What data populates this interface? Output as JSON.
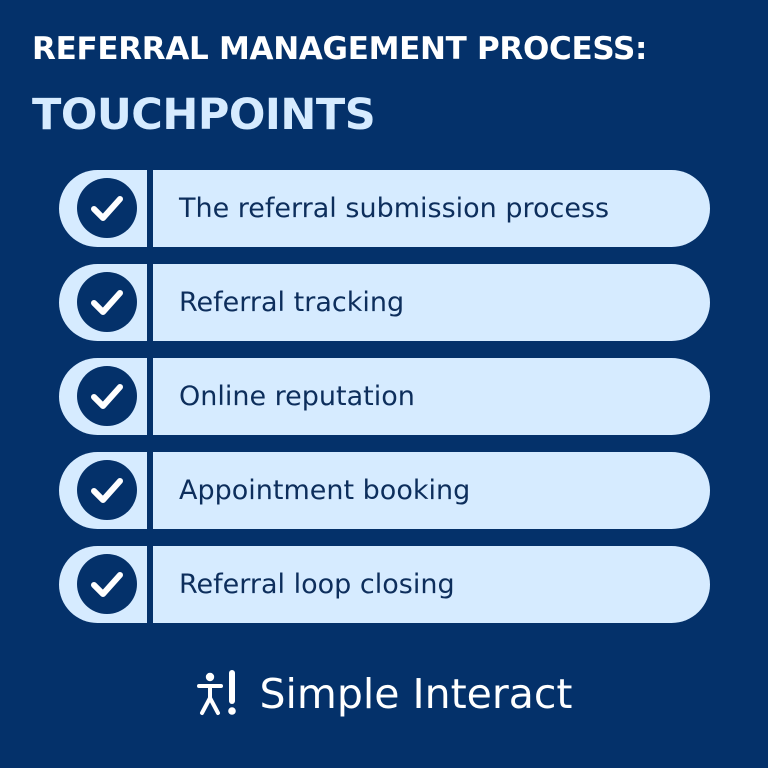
{
  "title": {
    "line1": "REFERRAL MANAGEMENT PROCESS:",
    "line2": "TOUCHPOINTS"
  },
  "items": [
    {
      "label": "The referral submission process",
      "icon": "checkmark-icon"
    },
    {
      "label": "Referral tracking",
      "icon": "checkmark-icon"
    },
    {
      "label": "Online reputation",
      "icon": "checkmark-icon"
    },
    {
      "label": "Appointment booking",
      "icon": "checkmark-icon"
    },
    {
      "label": "Referral loop closing",
      "icon": "checkmark-icon"
    }
  ],
  "brand": {
    "name": "Simple Interact",
    "logo_icon": "simple-interact-logo-icon"
  },
  "colors": {
    "background": "#04316a",
    "pill": "#d6ebff",
    "title_accent": "#d6ebff",
    "text_dark": "#0d2e5c",
    "white": "#ffffff"
  }
}
